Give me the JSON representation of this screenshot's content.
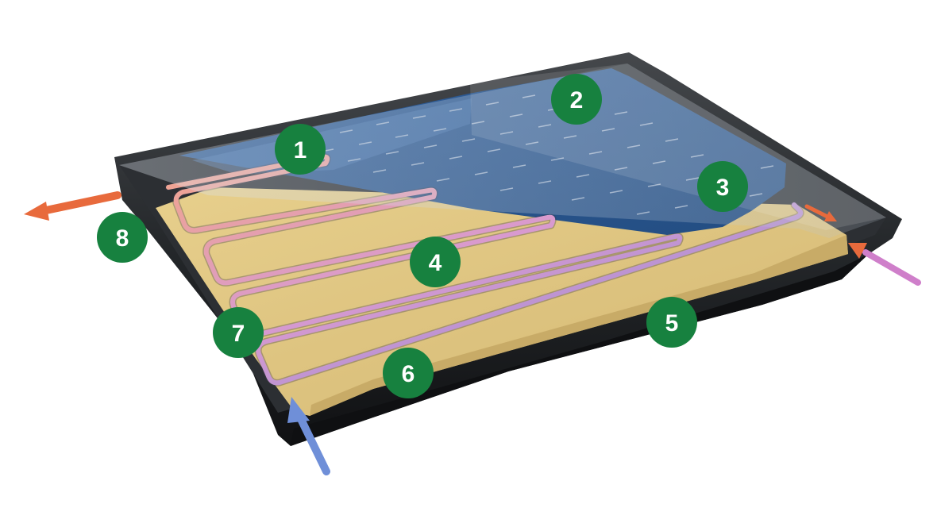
{
  "diagram": {
    "colors": {
      "marker": "#17813f",
      "frame": "#1d1f22",
      "insulation": "#dcc280",
      "absorber": "#2c5c95",
      "pipe_hot": "#f1a08c",
      "pipe_mid": "#d89ad0",
      "pipe_cold": "#7f86d6",
      "arrow_hot": "#e86a3c",
      "arrow_cold": "#6f8fd8",
      "arrow_warm": "#cf7fca"
    },
    "markers": [
      {
        "label": "1"
      },
      {
        "label": "2"
      },
      {
        "label": "3"
      },
      {
        "label": "4"
      },
      {
        "label": "5"
      },
      {
        "label": "6"
      },
      {
        "label": "7"
      },
      {
        "label": "8"
      }
    ],
    "arrows": [
      {
        "name": "hot-outlet",
        "color": "arrow_hot"
      },
      {
        "name": "cold-inlet",
        "color": "arrow_cold"
      },
      {
        "name": "warm-inlet",
        "color": "arrow_warm"
      },
      {
        "name": "small-hot-inlet",
        "color": "arrow_hot"
      }
    ]
  }
}
